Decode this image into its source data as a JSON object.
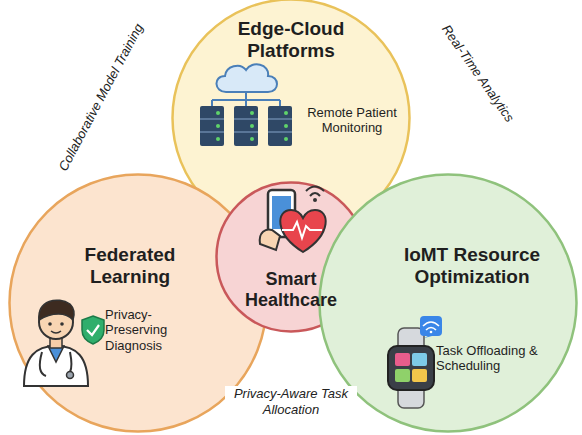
{
  "diagram": {
    "nodes": [
      {
        "text": [
          "Edge-Cloud Platforms",
          "Remote Patient Monitoring"
        ]
      },
      {
        "text": [
          "Federated Learning",
          "Privacy-Preserving Diagnosis"
        ]
      },
      {
        "text": [
          "Smart Healthcare"
        ]
      },
      {
        "text": [
          "IoMT Resource Optimization",
          "Task Offloading & Scheduling"
        ]
      }
    ],
    "labels": [
      "Collaborative Model Training",
      "Real-Time Analytics",
      "Privacy-Aware Task Allocation"
    ]
  }
}
